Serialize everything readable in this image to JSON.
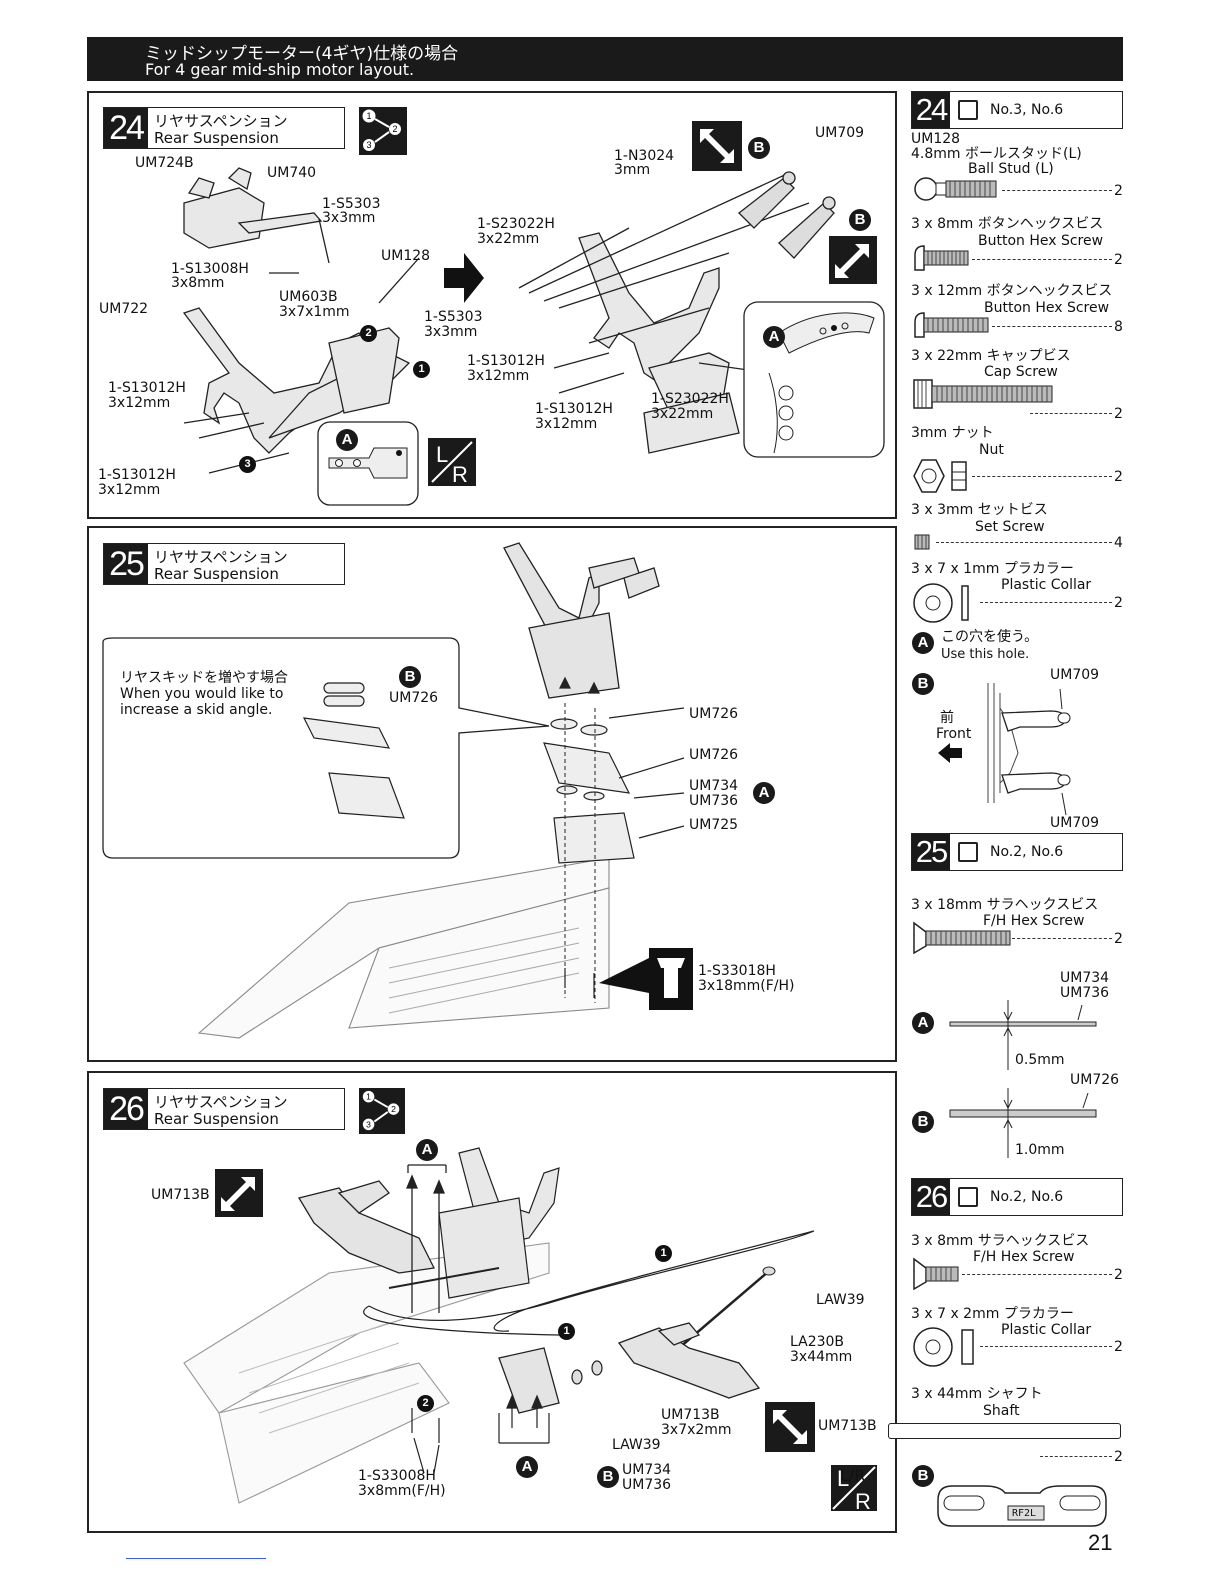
{
  "header": {
    "title_jp": "ミッドシップモーター(4ギヤ)仕様の場合",
    "title_en": "For 4 gear mid-ship motor layout."
  },
  "steps": {
    "s24": {
      "number": "24",
      "title_jp": "リヤサスペンション",
      "title_en": "Rear Suspension",
      "labels": {
        "um724b": "UM724B",
        "um740": "UM740",
        "s5303_a": "1-S5303",
        "s5303_a_size": "3x3mm",
        "s13008h": "1-S13008H",
        "s13008h_size": "3x8mm",
        "um128": "UM128",
        "um603b": "UM603B",
        "um603b_size": "3x7x1mm",
        "s5303_b": "1-S5303",
        "s5303_b_size": "3x3mm",
        "um722": "UM722",
        "s13012h_a": "1-S13012H",
        "s13012h_a_size": "3x12mm",
        "s13012h_b": "1-S13012H",
        "s13012h_b_size": "3x12mm",
        "n3024": "1-N3024",
        "n3024_size": "3mm",
        "s23022h_a": "1-S23022H",
        "s23022h_a_size": "3x22mm",
        "um709": "UM709",
        "s13012h_c": "1-S13012H",
        "s13012h_c_size": "3x12mm",
        "s13012h_d": "1-S13012H",
        "s13012h_d_size": "3x12mm",
        "s23022h_b": "1-S23022H",
        "s23022h_b_size": "3x22mm",
        "circle_1": "1",
        "circle_2": "2",
        "circle_3": "3",
        "letter_a": "A",
        "letter_b": "B",
        "lr": "L/R"
      }
    },
    "s25": {
      "number": "25",
      "title_jp": "リヤサスペンション",
      "title_en": "Rear Suspension",
      "callout_jp": "リヤスキッドを増やす場合",
      "callout_en1": "When you would like to",
      "callout_en2": "increase a skid angle.",
      "labels": {
        "um726_callout": "UM726",
        "um726_a": "UM726",
        "um726_b": "UM726",
        "um734": "UM734",
        "um736": "UM736",
        "um725": "UM725",
        "s33018h": "1-S33018H",
        "s33018h_size": "3x18mm(F/H)",
        "letter_a": "A",
        "letter_b": "B"
      }
    },
    "s26": {
      "number": "26",
      "title_jp": "リヤサスペンション",
      "title_en": "Rear Suspension",
      "labels": {
        "um713b_a": "UM713B",
        "law39_a": "LAW39",
        "la230b": "LA230B",
        "la230b_size": "3x44mm",
        "um713b_b": "UM713B",
        "um713b_b_size": "3x7x2mm",
        "law39_b": "LAW39",
        "um713b_c": "UM713B",
        "s33008h": "1-S33008H",
        "s33008h_size": "3x8mm(F/H)",
        "um734": "UM734",
        "um736": "UM736",
        "circle_1": "1",
        "circle_2": "2",
        "letter_a": "A",
        "letter_b": "B",
        "lr": "L/R"
      }
    }
  },
  "parts": {
    "p24": {
      "number": "24",
      "bags": "No.3, No.6",
      "items": [
        {
          "line1": "UM128",
          "line2": "4.8mm ボールスタッド(L)",
          "line3": "Ball Stud (L)",
          "qty": "2"
        },
        {
          "line1": "3 x 8mm ボタンヘックスビス",
          "line2": "Button Hex Screw",
          "qty": "2"
        },
        {
          "line1": "3 x 12mm ボタンヘックスビス",
          "line2": "Button Hex Screw",
          "qty": "8"
        },
        {
          "line1": "3 x 22mm キャップビス",
          "line2": "Cap Screw",
          "qty": "2"
        },
        {
          "line1": "3mm ナット",
          "line2": "Nut",
          "qty": "2"
        },
        {
          "line1": "3 x 3mm セットビス",
          "line2": "Set Screw",
          "qty": "4"
        },
        {
          "line1": "3 x 7 x 1mm プラカラー",
          "line2": "Plastic Collar",
          "qty": "2"
        }
      ],
      "note_a_jp": "この穴を使う。",
      "note_a_en": "Use this hole.",
      "note_b_top": "UM709",
      "note_b_bottom": "UM709",
      "note_b_front_jp": "前",
      "note_b_front_en": "Front"
    },
    "p25": {
      "number": "25",
      "bags": "No.2, No.6",
      "items": [
        {
          "line1": "3 x 18mm サラヘックスビス",
          "line2": "F/H Hex Screw",
          "qty": "2"
        }
      ],
      "a_um734": "UM734",
      "a_um736": "UM736",
      "a_thick": "0.5mm",
      "b_um726": "UM726",
      "b_thick": "1.0mm"
    },
    "p26": {
      "number": "26",
      "bags": "No.2, No.6",
      "items": [
        {
          "line1": "3 x 8mm サラヘックスビス",
          "line2": "F/H Hex Screw",
          "qty": "2"
        },
        {
          "line1": "3 x 7 x 2mm プラカラー",
          "line2": "Plastic Collar",
          "qty": "2"
        },
        {
          "line1": "3 x 44mm シャフト",
          "line2": "Shaft",
          "qty": "2"
        }
      ],
      "b_mark": "RF2L"
    }
  },
  "page_number": "21"
}
